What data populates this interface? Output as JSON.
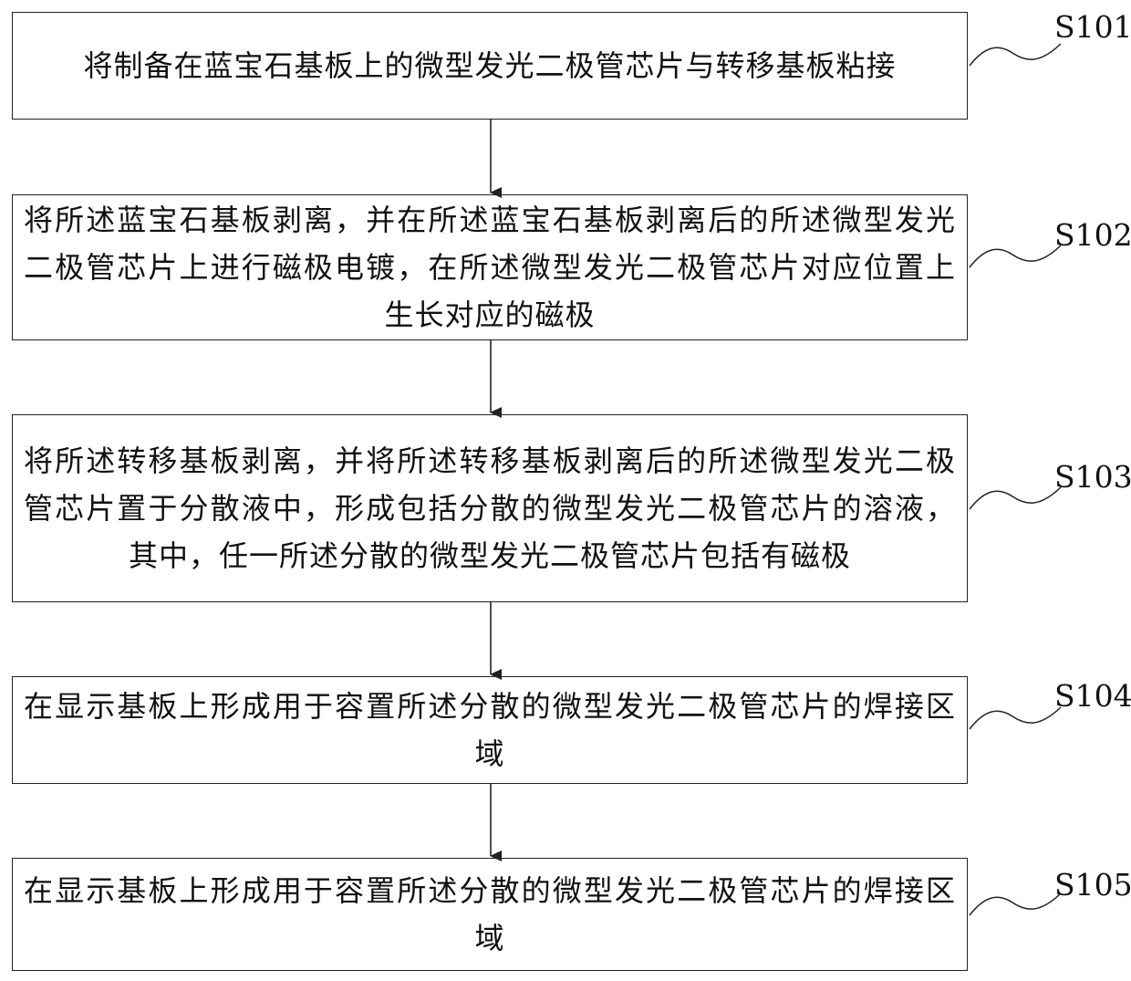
{
  "steps": [
    {
      "id": "S101",
      "text": "将制备在蓝宝石基板上的微型发光二极管芯片与转移基板粘接"
    },
    {
      "id": "S102",
      "text": "将所述蓝宝石基板剥离，并在所述蓝宝石基板剥离后的所述微型发光二极管芯片上进行磁极电镀，在所述微型发光二极管芯片对应位置上生长对应的磁极"
    },
    {
      "id": "S103",
      "text": "将所述转移基板剥离，并将所述转移基板剥离后的所述微型发光二极管芯片置于分散液中，形成包括分散的微型发光二极管芯片的溶液，其中，任一所述分散的微型发光二极管芯片包括有磁极"
    },
    {
      "id": "S104",
      "text": "在显示基板上形成用于容置所述分散的微型发光二极管芯片的焊接区域"
    },
    {
      "id": "S105",
      "text": "在显示基板上形成用于容置所述分散的微型发光二极管芯片的焊接区域"
    }
  ]
}
